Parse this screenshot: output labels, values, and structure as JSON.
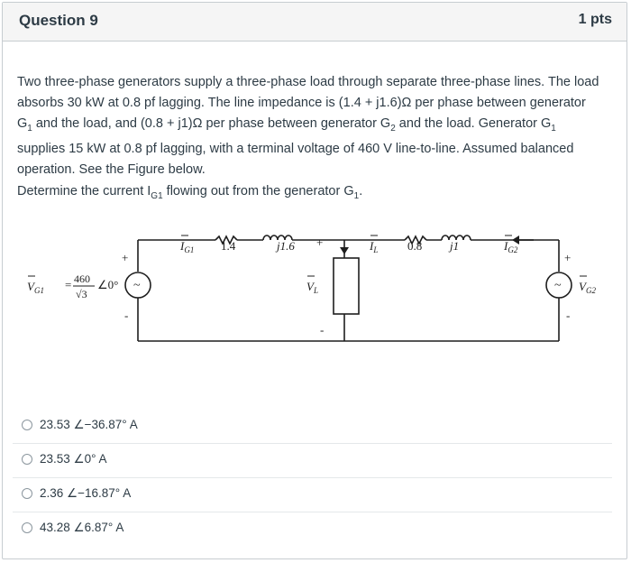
{
  "question": {
    "title": "Question 9",
    "points": "1 pts",
    "prompt": {
      "l1": "Two three-phase generators supply a three-phase load through separate three-phase lines. The load",
      "l2": "absorbs 30 kW at 0.8 pf lagging. The line impedance is (1.4 + j1.6)Ω per phase between generator",
      "l3_a": "G",
      "l3_sub": "1",
      "l3_b": " and the load, and (0.8 + j1)Ω per phase between generator G",
      "l3_sub2": "2",
      "l3_c": " and the load. Generator G",
      "l3_sub3": "1",
      "l4": "supplies 15 kW at 0.8 pf lagging, with a terminal voltage of 460 V line-to-line. Assumed balanced",
      "l5": "operation. See the Figure below."
    },
    "ask": {
      "a": "Determine the current I",
      "sub": "G1",
      "b": " flowing out from the generator G",
      "sub2": "1",
      "c": "."
    }
  },
  "figure": {
    "vg1_lhs": "V",
    "vg1_sub": "G1",
    "vg1_eq": "=",
    "vg1_num": "460",
    "vg1_den": "√3",
    "vg1_angle": "∠0°",
    "ig1": "I",
    "ig1_sub": "G1",
    "r1": "1.4",
    "x1": "j1.6",
    "plus_load": "+",
    "il": "I",
    "il_sub": "L",
    "vl": "V",
    "vl_sub": "L",
    "minus_load": "-",
    "r2": "0.8",
    "x2": "j1",
    "ig2": "I",
    "ig2_sub": "G2",
    "vg2": "V",
    "vg2_sub": "G2",
    "plus": "+",
    "minus": "-",
    "tilde": "~"
  },
  "answers": [
    {
      "text": "23.53 ∠−36.87° A"
    },
    {
      "text": "23.53 ∠0° A"
    },
    {
      "text": "2.36 ∠−16.87° A"
    },
    {
      "text": "43.28 ∠6.87° A"
    }
  ]
}
